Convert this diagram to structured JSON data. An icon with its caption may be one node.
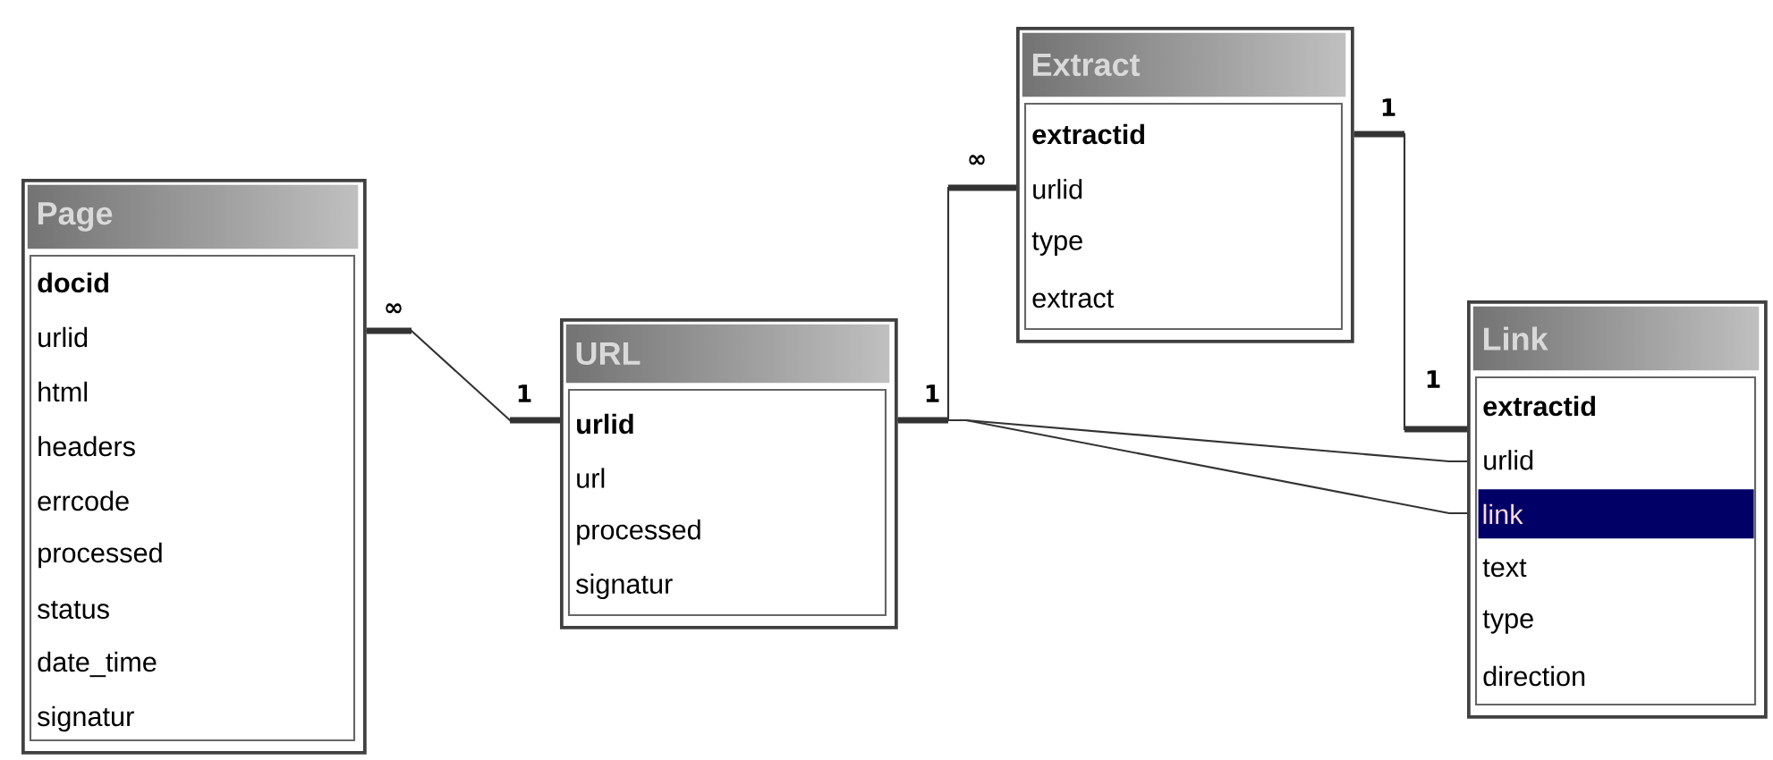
{
  "diagram": {
    "nodes": [
      {
        "text": [
          "Page",
          "docid",
          "urlid",
          "html",
          "headers",
          "errcode",
          "processed",
          "status",
          "date_time",
          "signatur"
        ]
      },
      {
        "text": [
          "URL",
          "urlid",
          "url",
          "processed",
          "signatur"
        ]
      },
      {
        "text": [
          "Extract",
          "extractid",
          "urlid",
          "type",
          "extract"
        ]
      },
      {
        "text": [
          "Link",
          "extractid",
          "urlid",
          "link",
          "text",
          "type",
          "direction"
        ]
      }
    ],
    "edges": [
      {
        "from": 1,
        "to": 0,
        "arrow": "none"
      },
      {
        "from": 1,
        "to": 2,
        "arrow": "none"
      },
      {
        "from": 2,
        "to": 3,
        "arrow": "none"
      },
      {
        "from": 1,
        "to": 3,
        "arrow": "none"
      },
      {
        "from": 1,
        "to": 3,
        "arrow": "none"
      }
    ],
    "labels": [
      "∞",
      "1",
      "∞",
      "1",
      "1",
      "1"
    ]
  }
}
